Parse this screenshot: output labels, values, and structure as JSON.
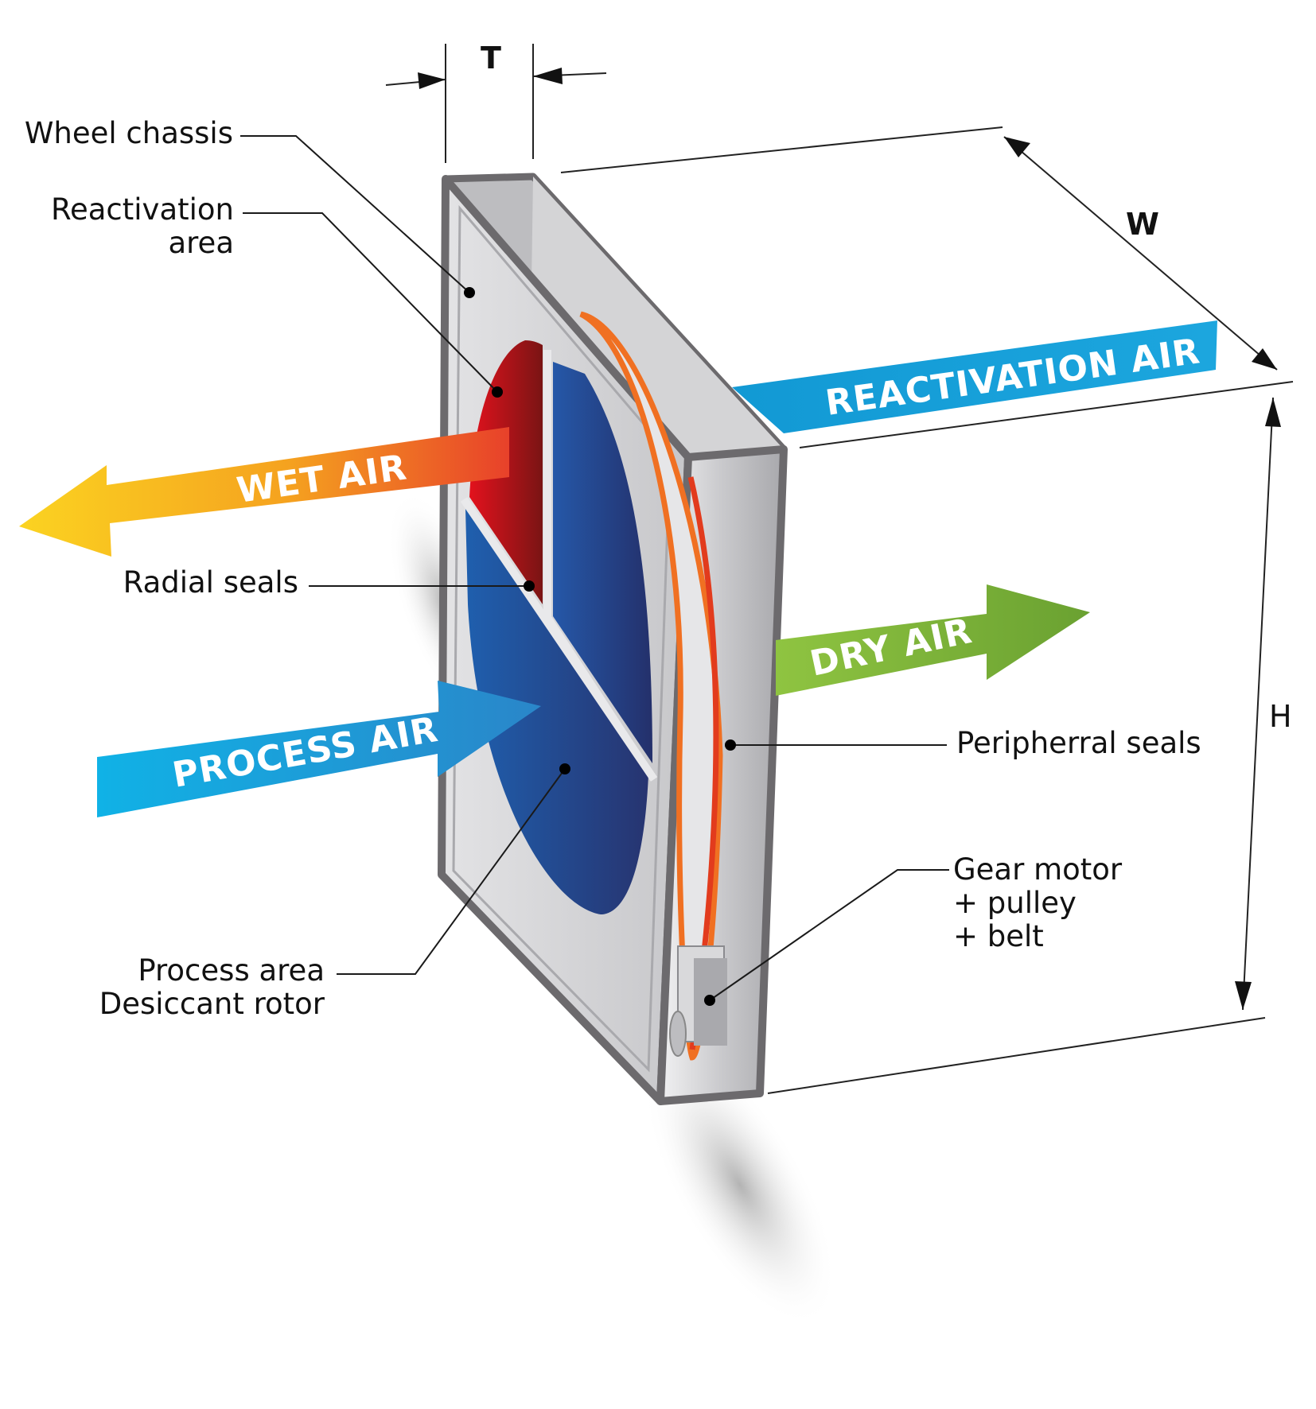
{
  "labels": {
    "wheel_chassis": "Wheel chassis",
    "reactivation_area": [
      "Reactivation",
      "area"
    ],
    "radial_seals": "Radial seals",
    "process_area": [
      "Process area",
      "Desiccant rotor"
    ],
    "peripheral_seals": "Peripherral seals",
    "gear_motor": [
      "Gear motor",
      "+ pulley",
      "+ belt"
    ]
  },
  "airflows": {
    "reactivation_air": "REACTIVATION AIR",
    "wet_air": "WET AIR",
    "dry_air": "DRY AIR",
    "process_air": "PROCESS AIR"
  },
  "dimensions": {
    "thickness": "T",
    "width": "W",
    "height": "H"
  },
  "colors": {
    "reactivation_air": "#1aa3dc",
    "process_air": "#1aa8df",
    "wet_air_start": "#f9d11c",
    "wet_air_end": "#e8412a",
    "dry_air": "#8cc23f",
    "reactivation_sector": "#c8161d",
    "process_sector": "#2a3f8f",
    "peripheral_seal": "#f47a20",
    "frame": "#6c6a6d",
    "panel": "#d7d7d9"
  }
}
